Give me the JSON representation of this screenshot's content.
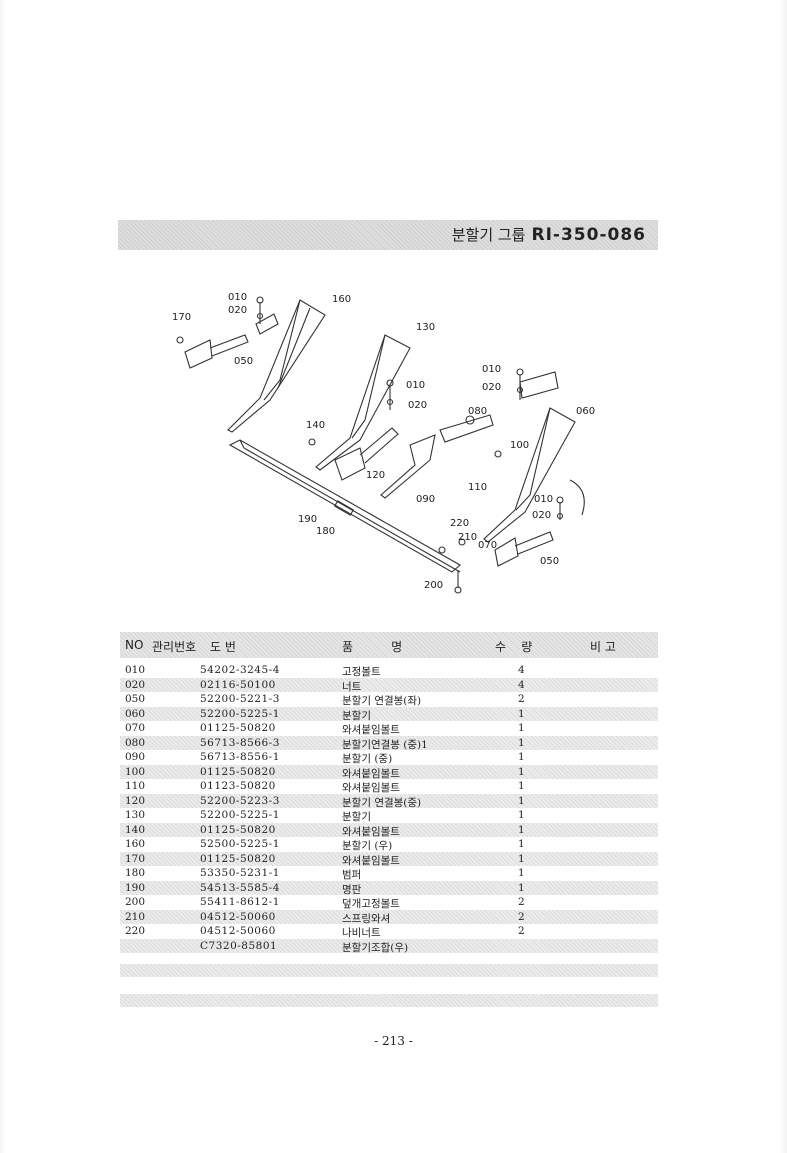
{
  "header": {
    "title": "분할기 그룹",
    "code": "RI-350-086"
  },
  "diagram": {
    "callouts": [
      "010",
      "020",
      "160",
      "170",
      "050",
      "130",
      "010",
      "020",
      "140",
      "120",
      "090",
      "080",
      "010",
      "020",
      "100",
      "110",
      "060",
      "010",
      "020",
      "050",
      "190",
      "180",
      "220",
      "210",
      "070",
      "200"
    ]
  },
  "table": {
    "headers": {
      "no": "NO",
      "mgmt": "관리번호",
      "drawing": "도    번",
      "name": "품          명",
      "qty": "수    량",
      "remark": "비 고"
    },
    "rows": [
      {
        "no": "010",
        "drawing": "54202-3245-4",
        "name": "고정볼트",
        "qty": "4"
      },
      {
        "no": "020",
        "drawing": "02116-50100",
        "name": "너트",
        "qty": "4"
      },
      {
        "no": "050",
        "drawing": "52200-5221-3",
        "name": "분할기 연결봉(좌)",
        "qty": "2"
      },
      {
        "no": "060",
        "drawing": "52200-5225-1",
        "name": "분할기",
        "qty": "1"
      },
      {
        "no": "070",
        "drawing": "01125-50820",
        "name": "와셔붙임볼트",
        "qty": "1"
      },
      {
        "no": "080",
        "drawing": "56713-8566-3",
        "name": "분할기연결봉 (중)1",
        "qty": "1"
      },
      {
        "no": "090",
        "drawing": "56713-8556-1",
        "name": "분할기 (중)",
        "qty": "1"
      },
      {
        "no": "100",
        "drawing": "01125-50820",
        "name": "와셔붙임볼트",
        "qty": "1"
      },
      {
        "no": "110",
        "drawing": "01123-50820",
        "name": "와셔붙임볼트",
        "qty": "1"
      },
      {
        "no": "120",
        "drawing": "52200-5223-3",
        "name": "분할기 연결봉(중)",
        "qty": "1"
      },
      {
        "no": "130",
        "drawing": "52200-5225-1",
        "name": "분할기",
        "qty": "1"
      },
      {
        "no": "140",
        "drawing": "01125-50820",
        "name": "와셔붙임볼트",
        "qty": "1"
      },
      {
        "no": "160",
        "drawing": "52500-5225-1",
        "name": "분할기 (우)",
        "qty": "1"
      },
      {
        "no": "170",
        "drawing": "01125-50820",
        "name": "와셔붙임볼트",
        "qty": "1"
      },
      {
        "no": "180",
        "drawing": "53350-5231-1",
        "name": "범퍼",
        "qty": "1"
      },
      {
        "no": "190",
        "drawing": "54513-5585-4",
        "name": "명판",
        "qty": "1"
      },
      {
        "no": "200",
        "drawing": "55411-8612-1",
        "name": "덮개고정볼트",
        "qty": "2"
      },
      {
        "no": "210",
        "drawing": "04512-50060",
        "name": "스프링와셔",
        "qty": "2"
      },
      {
        "no": "220",
        "drawing": "04512-50060",
        "name": "나비너트",
        "qty": "2"
      },
      {
        "no": "",
        "drawing": "C7320-85801",
        "name": "분할기조합(우)",
        "qty": ""
      }
    ]
  },
  "page_number": "- 213 -"
}
